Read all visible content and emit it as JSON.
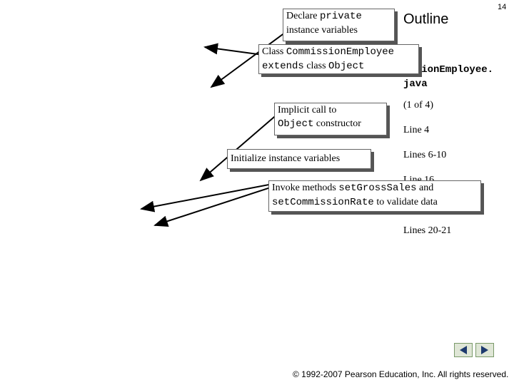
{
  "slide": {
    "page_number": "14",
    "outline_title": "Outline",
    "file_name": "issionEmployee.\njava",
    "side_labels": {
      "range": "(1 of 4)",
      "line4": "Line 4",
      "lines_6_10": "Lines 6-10",
      "line_16": "Line 16",
      "lines_20_21": "Lines 20-21"
    }
  },
  "callouts": {
    "declare": {
      "prefix": "Declare ",
      "code": "private",
      "rest": "instance variables"
    },
    "class_decl": {
      "a": "Class ",
      "code1": "CommissionEmployee",
      "code2": "extends",
      "b": " class ",
      "code3": "Object"
    },
    "implicit": {
      "line1": "Implicit call to",
      "code": "Object",
      "rest": " constructor"
    },
    "init": {
      "text": "Initialize instance variables"
    },
    "invoke": {
      "a": "Invoke methods ",
      "code1": "setGrossSales",
      "b": " and",
      "code2": "setCommissionRate",
      "c": " to validate data"
    }
  },
  "footer": {
    "copyright": "© 1992-2007 Pearson Education, Inc.  All rights reserved."
  },
  "icons": [
    "arrow-left-icon",
    "arrow-right-icon"
  ]
}
